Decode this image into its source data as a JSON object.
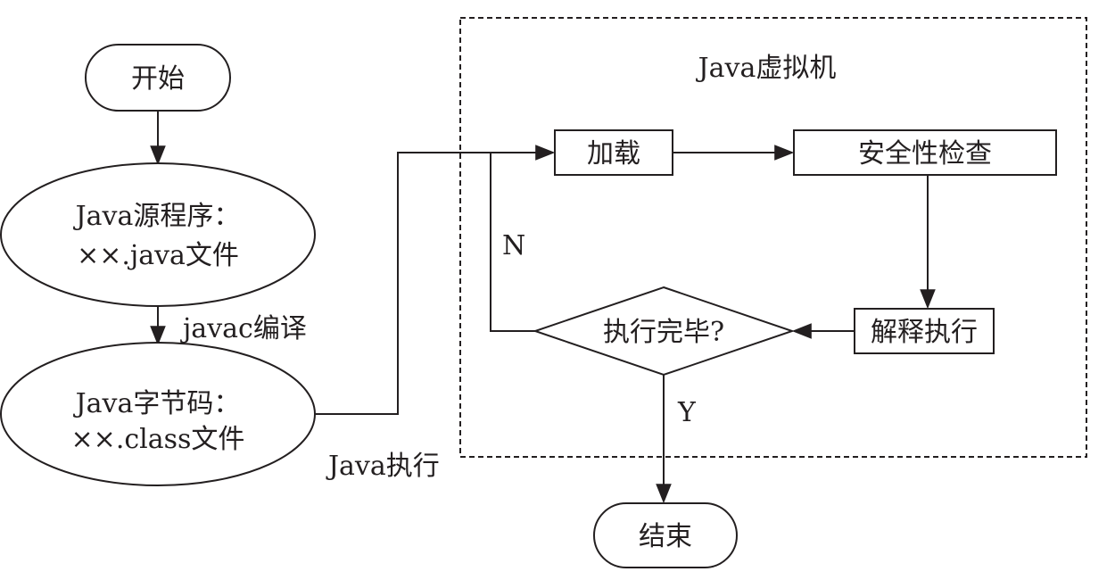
{
  "jvm": {
    "title": "Java虚拟机"
  },
  "nodes": {
    "start": "开始",
    "source": {
      "line1": "Java源程序：",
      "line2": "××.java文件"
    },
    "bytecode": {
      "line1": "Java字节码：",
      "line2": "××.class文件"
    },
    "load": "加载",
    "security": "安全性检查",
    "interpret": "解释执行",
    "decision": "执行完毕?",
    "end": "结束"
  },
  "edges": {
    "compile": "javac编译",
    "execute": "Java执行",
    "no": "N",
    "yes": "Y"
  }
}
